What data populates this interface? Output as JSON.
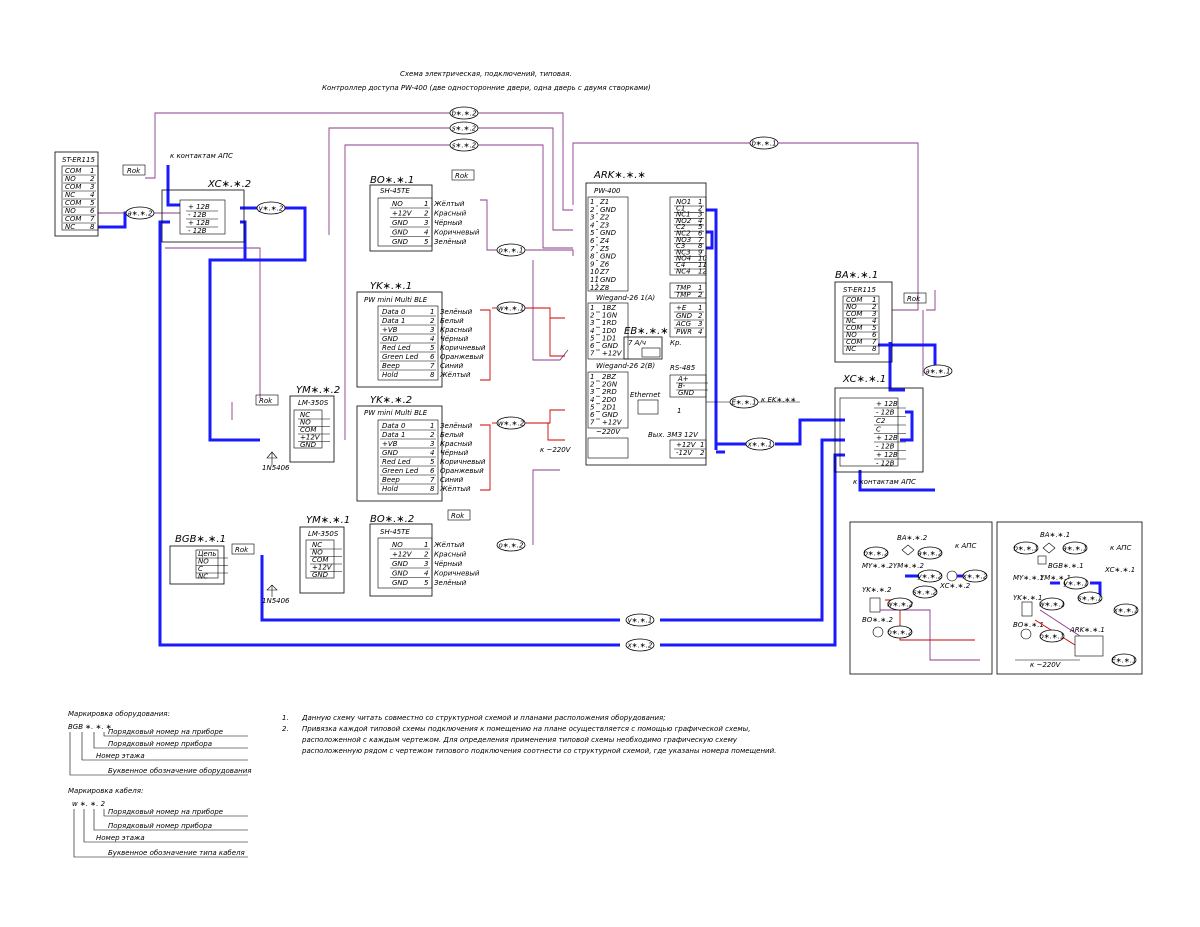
{
  "header": {
    "title": "Схема электрическая,  подключений, типовая.",
    "subtitle": "Контроллер доступа PW-400 (две односторонние двери, одна дверь с двумя створками)"
  },
  "cable_tags": {
    "b2": "b∗.∗.2",
    "s2a": "s∗.∗.2",
    "s2b": "s∗.∗.2",
    "b1": "b∗.∗.1",
    "a2": "a∗.∗.2",
    "y2": "y∗.∗.2",
    "o1": "o∗.∗.1",
    "w1": "w∗.∗.1",
    "w2": "w∗.∗.2",
    "o2": "o∗.∗.2",
    "a1": "a∗.∗.1",
    "e1": "E∗.∗.1",
    "x1": "x∗.∗.1",
    "y1": "y∗.∗.1",
    "x2": "x∗.∗.2"
  },
  "devices": {
    "st_left": {
      "title": "ST-ER115",
      "pins": [
        "COM",
        "NO",
        "COM",
        "NC",
        "COM",
        "NO",
        "COM",
        "NC"
      ],
      "nums": [
        "1",
        "2",
        "3",
        "4",
        "5",
        "6",
        "7",
        "8"
      ]
    },
    "xc2": {
      "title": "XC∗.∗.2",
      "rows": [
        "+  12B",
        "-  12B",
        "+  12B",
        "-  12B"
      ],
      "note": "к контактам АПС"
    },
    "bo1": {
      "title": "BO∗.∗.1",
      "sub": "SH-45TE",
      "pins": [
        "NO",
        "+12V",
        "GND",
        "GND",
        "GND"
      ],
      "wires": [
        "Жёлтый",
        "Красный",
        "Чёрный",
        "Коричневый",
        "Зелёный"
      ],
      "rok": "Rok"
    },
    "ark": {
      "title": "ARK∗.∗.∗",
      "sub": "PW-400",
      "z": [
        "Z1",
        "GND",
        "Z2",
        "Z3",
        "GND",
        "Z4",
        "Z5",
        "GND",
        "Z6",
        "Z7",
        "GND",
        "Z8"
      ],
      "relays": [
        "NO1",
        "C1",
        "NC1",
        "NO2",
        "C2",
        "NC2",
        "NO3",
        "C3",
        "NC3",
        "NO4",
        "C4",
        "NC4"
      ],
      "tmp": [
        "TMP",
        "TMP"
      ],
      "rs": [
        "+E",
        "GND",
        "ACG",
        "PWR"
      ],
      "wiegand1": "Wiegand-26 1(A)",
      "wiegand2": "Wiegand-26 2(B)",
      "w1pins": [
        "1BZ",
        "1GN",
        "1RD",
        "1D0",
        "1D1",
        "GND",
        "+12V"
      ],
      "w2pins": [
        "2BZ",
        "2GN",
        "2RD",
        "2D0",
        "2D1",
        "GND",
        "+12V"
      ],
      "rs485": "RS-485",
      "rs485pins": [
        "A+",
        "B-",
        "GND"
      ],
      "eth": "Ethernet",
      "power": "~220V",
      "out": "Вых. ЗМЗ 12V",
      "outpins": [
        "+12V",
        "-12V"
      ]
    },
    "eb": {
      "title": "EB∗.∗.∗",
      "label": "7 А/ч",
      "kp": "Кр."
    },
    "yk1": {
      "title": "YK∗.∗.1",
      "sub": "PW mini Multi BLE",
      "pins": [
        "Data 0",
        "Data 1",
        "+VB",
        "GND",
        "Red Led",
        "Green Led",
        "Beep",
        "Hold"
      ],
      "wires": [
        "Зелёный",
        "Белый",
        "Красный",
        "Чёрный",
        "Коричневый",
        "Оранжевый",
        "Синий",
        "Жёлтый"
      ]
    },
    "yk2": {
      "title": "YK∗.∗.2",
      "sub": "PW mini Multi BLE",
      "pins": [
        "Data 0",
        "Data 1",
        "+VB",
        "GND",
        "Red Led",
        "Green Led",
        "Beep",
        "Hold"
      ],
      "wires": [
        "Зелёный",
        "Белый",
        "Красный",
        "Чёрный",
        "Коричневый",
        "Оранжевый",
        "Синий",
        "Жёлтый"
      ]
    },
    "ym2": {
      "title": "YM∗.∗.2",
      "sub": "LM-350S",
      "pins": [
        "NC",
        "NO",
        "COM",
        "+12V",
        "GND"
      ],
      "diode": "1N5406",
      "rok": "Rok"
    },
    "bo2": {
      "title": "BO∗.∗.2",
      "sub": "SH-45TE",
      "pins": [
        "NO",
        "+12V",
        "GND",
        "GND",
        "GND"
      ],
      "wires": [
        "Жёлтый",
        "Красный",
        "Чёрный",
        "Коричневый",
        "Зелёный"
      ],
      "rok": "Rok"
    },
    "ym1": {
      "title": "YM∗.∗.1",
      "sub": "LM-350S",
      "pins": [
        "NC",
        "NO",
        "COM",
        "+12V",
        "GND"
      ],
      "diode": "1N5406",
      "rok": "Rok"
    },
    "bgb": {
      "title": "BGB∗.∗.1",
      "pins": [
        "Цепь",
        "NO",
        "C",
        "NC"
      ],
      "rok": "Rok"
    },
    "ba1": {
      "title": "BA∗.∗.1",
      "sub": "ST-ER115",
      "pins": [
        "COM",
        "NO",
        "COM",
        "NC",
        "COM",
        "NO",
        "COM",
        "NC"
      ],
      "rok": "Rok"
    },
    "xc1": {
      "title": "XC∗.∗.1",
      "rows": [
        "+  12B",
        "-  12B",
        "C2",
        "C",
        "+  12B",
        "-  12B",
        "+  12B",
        "-  12B"
      ],
      "note": "к контактам АПС"
    }
  },
  "labels": {
    "to_ek": "к EK∗.∗∗",
    "to_220": "к ~220V",
    "to_aps": "к АПС",
    "to_220b": "к ~220V"
  },
  "mini_left": {
    "ba": "BA∗.∗.2",
    "my": "MY∗.∗.2",
    "ym": "YM∗.∗.2",
    "xc": "XC∗.∗.2",
    "yk": "YK∗.∗.2",
    "bo": "BO∗.∗.2",
    "tags": [
      "b∗.∗.2",
      "a∗.∗.2",
      "y∗.∗.2",
      "x∗.∗.2",
      "s∗.∗.2",
      "w∗.∗.2",
      "o∗.∗.2"
    ]
  },
  "mini_right": {
    "ba": "BA∗.∗.1",
    "bgb": "BGB∗.∗.1",
    "my": "MY∗.∗.1",
    "ym": "YM∗.∗.1",
    "xc": "XC∗.∗.1",
    "yk": "YK∗.∗.1",
    "bo": "BO∗.∗.1",
    "ark": "ARK∗.∗.1",
    "tags": [
      "b∗.∗.1",
      "a∗.∗.1",
      "y∗.∗.1",
      "x∗.∗.1",
      "s∗.∗.1",
      "w∗.∗.1",
      "o∗.∗.1",
      "E∗.∗.1"
    ]
  },
  "legend_equipment": {
    "title": "Маркировка оборудования:",
    "code": "BGB ∗. ∗. ∗",
    "lines": [
      "Порядковый номер на приборе",
      "Порядковый номер прибора",
      "Номер этажа",
      "Буквенное обозначение оборудования"
    ]
  },
  "legend_cable": {
    "title": "Маркировка кабеля:",
    "code": "w ∗. ∗. 2",
    "lines": [
      "Порядковый номер на приборе",
      "Порядковый номер прибора",
      "Номер этажа",
      "Буквенное обозначение типа кабеля"
    ]
  },
  "notes": [
    {
      "n": "1.",
      "text": "Данную схему читать совместно со структурной схемой и планами расположения оборудования;"
    },
    {
      "n": "2.",
      "text": "Привязка каждой типовой схемы подключения к помещению на плане осуществляется с помощью графической схемы,"
    },
    {
      "n": "",
      "text": "расположенной с каждым чертежом. Для определения применения типовой схемы необходимо графическую схему"
    },
    {
      "n": "",
      "text": "расположенную рядом с чертежом типового подключения соотнести со структурной схемой, где указаны номера помещений."
    }
  ]
}
